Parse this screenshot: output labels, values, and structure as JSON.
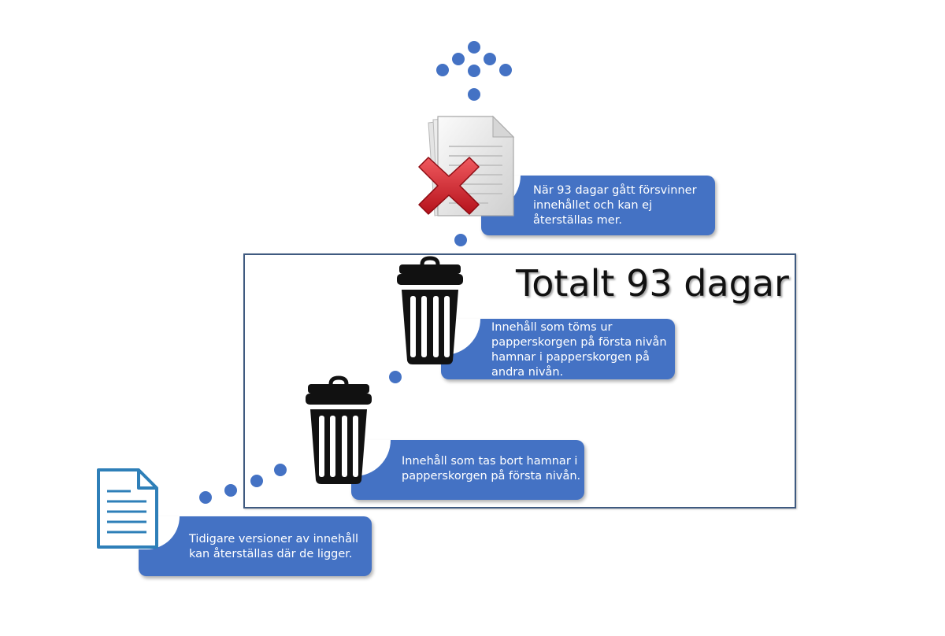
{
  "frame": {
    "total_label": "Totalt 93 dagar"
  },
  "callouts": [
    {
      "id": "previous-versions",
      "text": "Tidigare versioner av innehåll\nkan återställas där de ligger."
    },
    {
      "id": "first-stage-recycle-bin",
      "text": "Innehåll som tas bort hamnar i\npapperskorgen på första nivån."
    },
    {
      "id": "second-stage-recycle-bin",
      "text": "Innehåll som töms ur\npapperskorgen på första nivån\nhamnar i papperskorgen på\nandra nivån."
    },
    {
      "id": "permanent-deletion",
      "text": "När 93 dagar gått försvinner\ninnehållet och kan ej\nåterställas mer."
    }
  ],
  "colors": {
    "accent": "#4472c4",
    "frame": "#3f5a80",
    "document_outline": "#2e7fb8",
    "delete_mark": "#d9242b"
  },
  "icons": [
    "document-icon",
    "trash-can-icon",
    "trash-can-icon",
    "deleted-documents-icon",
    "delete-x-icon"
  ]
}
